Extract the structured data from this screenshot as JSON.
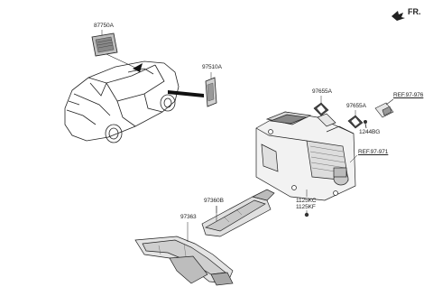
{
  "orientation": {
    "label": "FR."
  },
  "parts": {
    "p87750A": "87750A",
    "p97510A": "97510A",
    "p97655A_left": "97655A",
    "p97655A_right": "97655A",
    "p1244BG": "1244BG",
    "ref_97_976": "REF.97-976",
    "ref_97_971": "REF.97-971",
    "p1125KC": "1125KC",
    "p1125KF": "1125KF",
    "p97360B": "97360B",
    "p97363": "97363"
  },
  "colors": {
    "line": "#222222",
    "fill_light": "#e6e6e6",
    "fill_mid": "#bdbdbd",
    "fill_dark": "#555555"
  }
}
